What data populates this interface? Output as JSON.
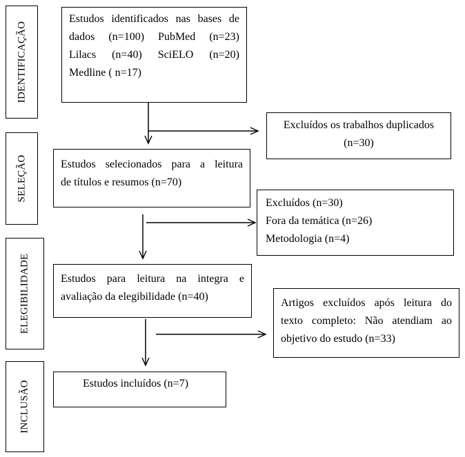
{
  "stages": {
    "identificacao": "IDENTIFICAÇÃO",
    "selecao": "SELEÇÃO",
    "elegibilidade": "ELEGIBILIDADE",
    "inclusao": "INCLUSÃO"
  },
  "boxes": {
    "identified": {
      "line1": "Estudos identificados nas bases de",
      "line2": "dados (n=100) PubMed (n=23)",
      "line3": "Lilacs (n=40) SciELO (n=20)",
      "line4": "Medline ( n=17)"
    },
    "duplicates_excluded": {
      "line1": "Excluídos os trabalhos duplicados",
      "line2": "(n=30)"
    },
    "screened": {
      "line1": "Estudos selecionados para a leitura",
      "line2": "de títulos e resumos (n=70)"
    },
    "screen_excluded": {
      "line1": "Excluídos (n=30)",
      "line2": "Fora da temática (n=26)",
      "line3": "Metodologia (n=4)"
    },
    "eligibility": {
      "line1": "Estudos para leitura na integra e",
      "line2": "avaliação da elegibilidade (n=40)"
    },
    "fulltext_excluded": {
      "line1": "Artigos excluídos após leitura do",
      "line2": "texto completo: Não atendiam ao",
      "line3": "objetivo do estudo (n=33)"
    },
    "included": {
      "line1": "Estudos incluídos (n=7)"
    }
  }
}
